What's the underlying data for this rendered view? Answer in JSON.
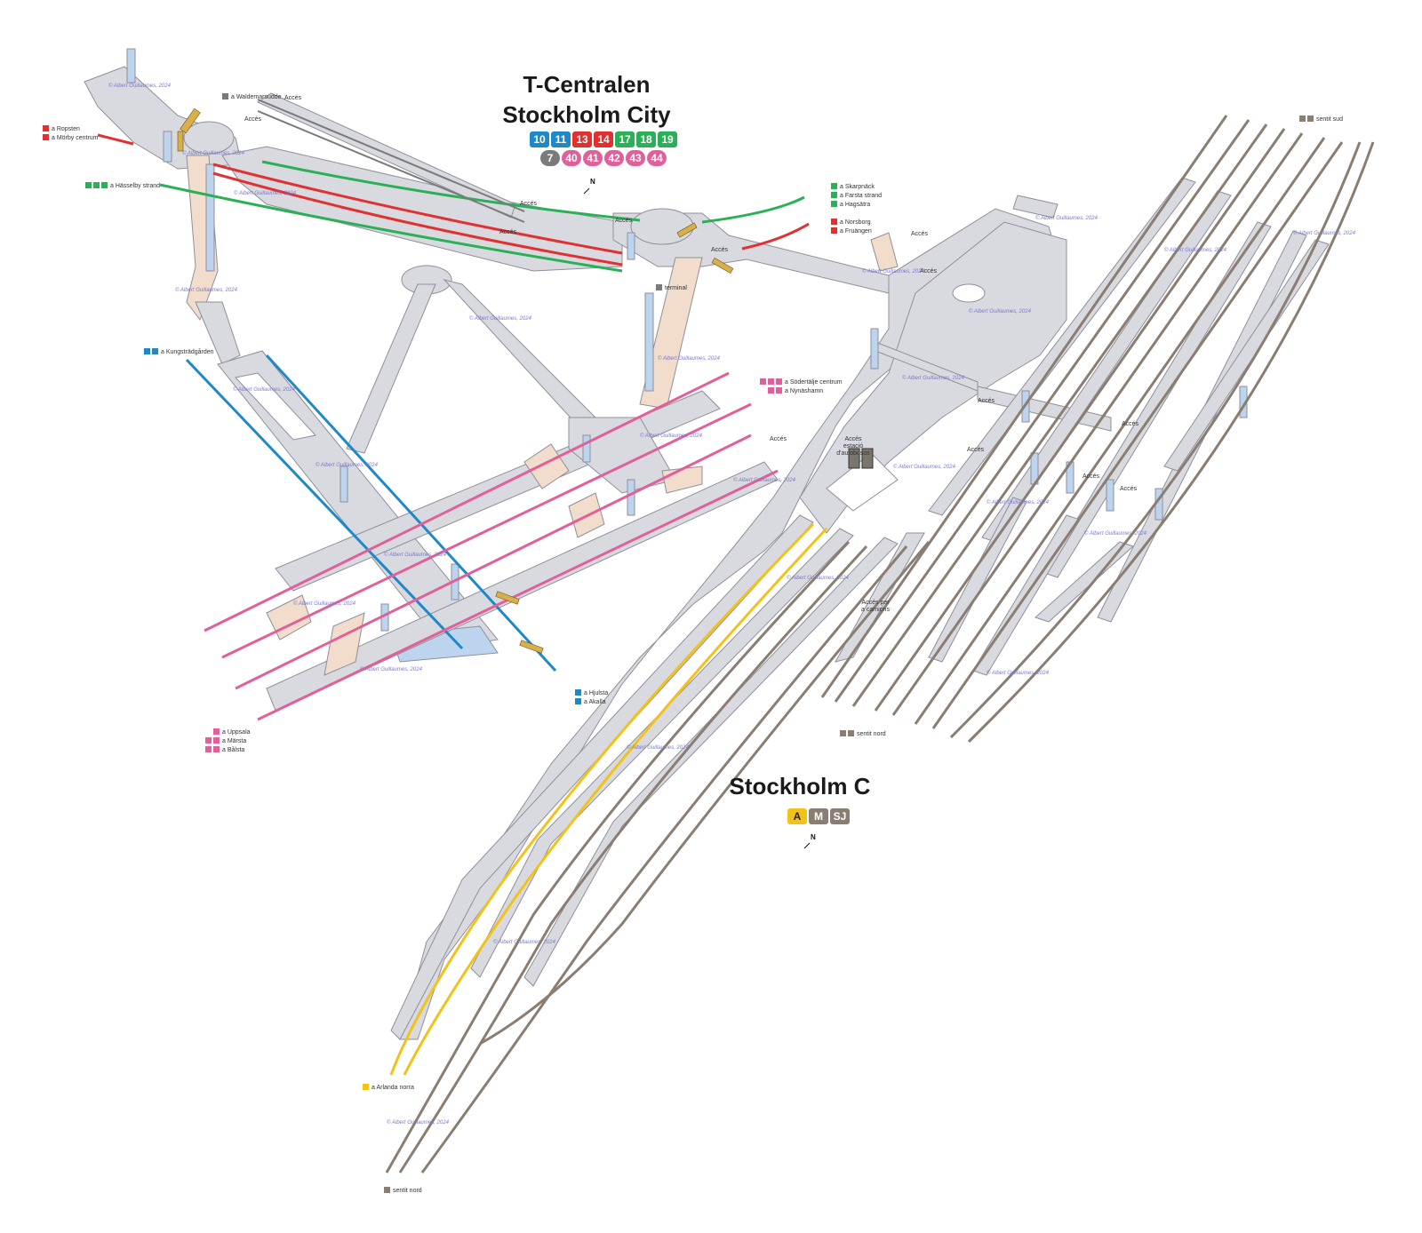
{
  "tcentralen": {
    "title_line1": "T-Centralen",
    "title_line2": "Stockholm City",
    "metro_badges": [
      {
        "text": "10",
        "color": "#1e88c8"
      },
      {
        "text": "11",
        "color": "#1e88c8"
      },
      {
        "text": "13",
        "color": "#e03030"
      },
      {
        "text": "14",
        "color": "#e03030"
      },
      {
        "text": "17",
        "color": "#2bb057"
      },
      {
        "text": "18",
        "color": "#2bb057"
      },
      {
        "text": "19",
        "color": "#2bb057"
      }
    ],
    "other_badges": [
      {
        "text": "7",
        "color": "#7a7a7a"
      },
      {
        "text": "40",
        "color": "#e0609a"
      },
      {
        "text": "41",
        "color": "#e0609a"
      },
      {
        "text": "42",
        "color": "#e0609a"
      },
      {
        "text": "43",
        "color": "#e0609a"
      },
      {
        "text": "44",
        "color": "#e0609a"
      }
    ],
    "north": "N"
  },
  "stockholm_c": {
    "title": "Stockholm C",
    "badges": [
      {
        "text": "A",
        "color": "#f2c21b",
        "fg": "#222"
      },
      {
        "text": "M",
        "color": "#8a7e72",
        "fg": "#fff"
      },
      {
        "text": "SJ",
        "color": "#8a7e72",
        "fg": "#fff"
      }
    ],
    "north": "N"
  },
  "labels": {
    "ropsten": "a Ropsten",
    "morby": "a Mörby centrum",
    "waldemarsudde": "a Waldemarsudde",
    "hasselby": "a Hässelby strand",
    "skarpnack": "a Skarpnäck",
    "farsta": "a Farsta strand",
    "hagsatra": "a Hagsätra",
    "norsborg": "a Norsborg",
    "fruangen": "a Fruängen",
    "terminal": "terminal",
    "kungstradgarden": "a Kungsträdgården",
    "sodertalje": "a Södertälje centrum",
    "nynashamn": "a Nynäshamn",
    "hjulsta": "a Hjulsta",
    "akalla": "a Akalla",
    "uppsala": "a Uppsala",
    "marsta": "a Märsta",
    "balsta": "a Bålsta",
    "arlanda": "a Arlanda norra",
    "sentit_nord_1": "sentit nord",
    "sentit_nord_2": "sentit nord",
    "sentit_sud": "sentit sud",
    "acces": "Accés",
    "acces_bus_1": "Accés",
    "acces_bus_2": "estació",
    "acces_bus_3": "d'autobusos",
    "acces_camions_1": "Accés per",
    "acces_camions_2": "a camions",
    "watermark": "© Albert Guillaumes, 2024"
  },
  "colors": {
    "floor": "#d9d9e0",
    "floor_stroke": "#8f8f9a",
    "stair": "#f2dccb",
    "lift": "#bcd4ee",
    "blue": "#1e88c8",
    "red": "#e03030",
    "green": "#2bb057",
    "pink": "#e0609a",
    "yellow": "#f2c21b",
    "brown": "#8a7e72"
  }
}
